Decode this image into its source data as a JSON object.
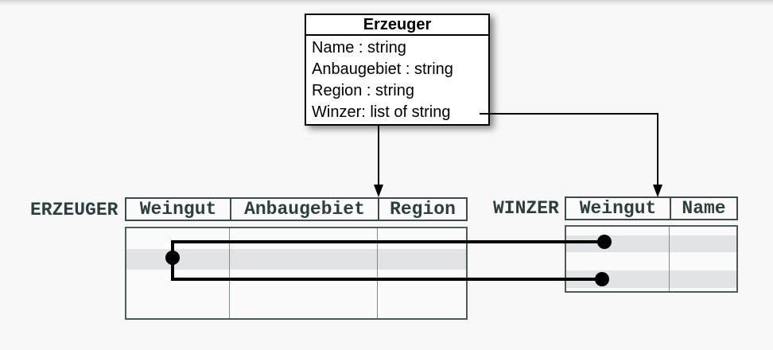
{
  "class_box": {
    "title": "Erzeuger",
    "attributes": [
      "Name : string",
      "Anbaugebiet : string",
      "Region : string",
      "Winzer: list of string"
    ]
  },
  "erzeuger_table": {
    "label": "ERZEUGER",
    "columns": [
      "Weingut",
      "Anbaugebiet",
      "Region"
    ]
  },
  "winzer_table": {
    "label": "WINZER",
    "columns": [
      "Weingut",
      "Name"
    ]
  },
  "colors": {
    "background": "#f8f8f8",
    "class_box_border": "#000000",
    "table_border": "#3c4a4a",
    "table_text": "#2c3e3e",
    "row_shading": "#e1e3e6",
    "connector": "#000000"
  }
}
